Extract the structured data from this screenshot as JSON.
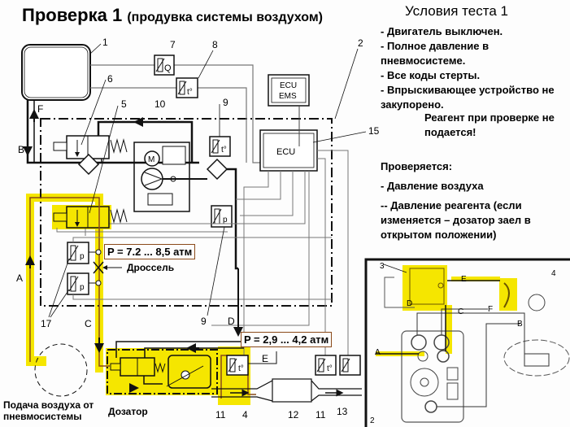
{
  "header": {
    "title_main": "Проверка 1",
    "title_sub": "(продувка системы воздухом)"
  },
  "conditions": {
    "title": "Условия теста 1",
    "items": [
      "- Двигатель выключен.",
      "- Полное давление в пневмосистеме.",
      "- Все коды стерты.",
      "- Впрыскивающее устройство не закупорено."
    ]
  },
  "note": "Реагент при проверке не подается!",
  "checks": {
    "title": "Проверяется:",
    "items": [
      "- Давление воздуха",
      "-- Давление реагента (если изменяется – дозатор заел в открытом положении)"
    ]
  },
  "annotations": {
    "pressure_air": "P = 7.2 ... 8,5 атм",
    "pressure_reagent": "P = 2,9 ... 4,2 атм",
    "throttle": "Дроссель",
    "air_supply": "Подача воздуха от пневмосистемы",
    "doser": "Дозатор"
  },
  "ecu": {
    "main": "ECU",
    "ems_line1": "ECU",
    "ems_line2": "EMS"
  },
  "sensor_labels": {
    "flow": "Q",
    "temp": "t°",
    "pressure": "p",
    "motor": "M"
  },
  "callouts": [
    "1",
    "2",
    "3",
    "4",
    "5",
    "6",
    "7",
    "8",
    "9",
    "10",
    "11",
    "12",
    "13",
    "15",
    "17"
  ],
  "line_labels": [
    "A",
    "B",
    "C",
    "D",
    "E",
    "F"
  ],
  "colors": {
    "highlight": "#f5e600",
    "line": "#111111",
    "pressure_box_border": "#8a4a1a",
    "wire": "#666666"
  }
}
